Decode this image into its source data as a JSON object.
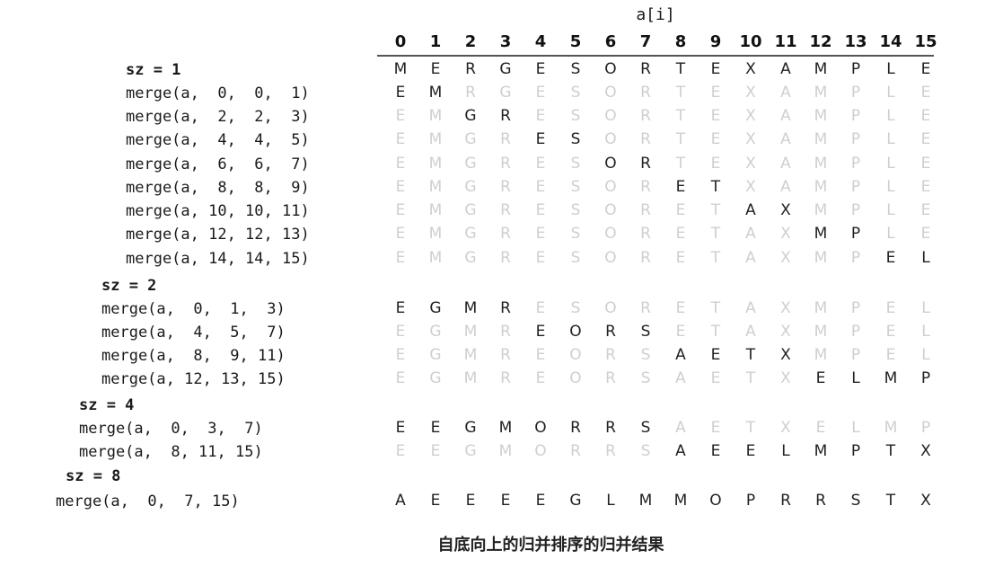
{
  "array_label": "a[i]",
  "indices": [
    "0",
    "1",
    "2",
    "3",
    "4",
    "5",
    "6",
    "7",
    "8",
    "9",
    "10",
    "11",
    "12",
    "13",
    "14",
    "15"
  ],
  "initial": [
    "M",
    "E",
    "R",
    "G",
    "E",
    "S",
    "O",
    "R",
    "T",
    "E",
    "X",
    "A",
    "M",
    "P",
    "L",
    "E"
  ],
  "caption": "自底向上的归并排序的归并结果",
  "rows": [
    {
      "label": "sz = 1",
      "kind": "sz"
    },
    {
      "label": "merge(a,  0,  0,  1)",
      "kind": "merge",
      "lo": 0,
      "hi": 1,
      "state": [
        "E",
        "M",
        "R",
        "G",
        "E",
        "S",
        "O",
        "R",
        "T",
        "E",
        "X",
        "A",
        "M",
        "P",
        "L",
        "E"
      ]
    },
    {
      "label": "merge(a,  2,  2,  3)",
      "kind": "merge",
      "lo": 2,
      "hi": 3,
      "state": [
        "E",
        "M",
        "G",
        "R",
        "E",
        "S",
        "O",
        "R",
        "T",
        "E",
        "X",
        "A",
        "M",
        "P",
        "L",
        "E"
      ]
    },
    {
      "label": "merge(a,  4,  4,  5)",
      "kind": "merge",
      "lo": 4,
      "hi": 5,
      "state": [
        "E",
        "M",
        "G",
        "R",
        "E",
        "S",
        "O",
        "R",
        "T",
        "E",
        "X",
        "A",
        "M",
        "P",
        "L",
        "E"
      ]
    },
    {
      "label": "merge(a,  6,  6,  7)",
      "kind": "merge",
      "lo": 6,
      "hi": 7,
      "state": [
        "E",
        "M",
        "G",
        "R",
        "E",
        "S",
        "O",
        "R",
        "T",
        "E",
        "X",
        "A",
        "M",
        "P",
        "L",
        "E"
      ]
    },
    {
      "label": "merge(a,  8,  8,  9)",
      "kind": "merge",
      "lo": 8,
      "hi": 9,
      "state": [
        "E",
        "M",
        "G",
        "R",
        "E",
        "S",
        "O",
        "R",
        "E",
        "T",
        "X",
        "A",
        "M",
        "P",
        "L",
        "E"
      ]
    },
    {
      "label": "merge(a, 10, 10, 11)",
      "kind": "merge",
      "lo": 10,
      "hi": 11,
      "state": [
        "E",
        "M",
        "G",
        "R",
        "E",
        "S",
        "O",
        "R",
        "E",
        "T",
        "A",
        "X",
        "M",
        "P",
        "L",
        "E"
      ]
    },
    {
      "label": "merge(a, 12, 12, 13)",
      "kind": "merge",
      "lo": 12,
      "hi": 13,
      "state": [
        "E",
        "M",
        "G",
        "R",
        "E",
        "S",
        "O",
        "R",
        "E",
        "T",
        "A",
        "X",
        "M",
        "P",
        "L",
        "E"
      ]
    },
    {
      "label": "merge(a, 14, 14, 15)",
      "kind": "merge",
      "lo": 14,
      "hi": 15,
      "state": [
        "E",
        "M",
        "G",
        "R",
        "E",
        "S",
        "O",
        "R",
        "E",
        "T",
        "A",
        "X",
        "M",
        "P",
        "E",
        "L"
      ]
    },
    {
      "label": "sz = 2",
      "kind": "sz"
    },
    {
      "label": "merge(a,  0,  1,  3)",
      "kind": "merge",
      "lo": 0,
      "hi": 3,
      "state": [
        "E",
        "G",
        "M",
        "R",
        "E",
        "S",
        "O",
        "R",
        "E",
        "T",
        "A",
        "X",
        "M",
        "P",
        "E",
        "L"
      ]
    },
    {
      "label": "merge(a,  4,  5,  7)",
      "kind": "merge",
      "lo": 4,
      "hi": 7,
      "state": [
        "E",
        "G",
        "M",
        "R",
        "E",
        "O",
        "R",
        "S",
        "E",
        "T",
        "A",
        "X",
        "M",
        "P",
        "E",
        "L"
      ]
    },
    {
      "label": "merge(a,  8,  9, 11)",
      "kind": "merge",
      "lo": 8,
      "hi": 11,
      "state": [
        "E",
        "G",
        "M",
        "R",
        "E",
        "O",
        "R",
        "S",
        "A",
        "E",
        "T",
        "X",
        "M",
        "P",
        "E",
        "L"
      ]
    },
    {
      "label": "merge(a, 12, 13, 15)",
      "kind": "merge",
      "lo": 12,
      "hi": 15,
      "state": [
        "E",
        "G",
        "M",
        "R",
        "E",
        "O",
        "R",
        "S",
        "A",
        "E",
        "T",
        "X",
        "E",
        "L",
        "M",
        "P"
      ]
    },
    {
      "label": "sz = 4",
      "kind": "sz"
    },
    {
      "label": "merge(a,  0,  3,  7)",
      "kind": "merge",
      "lo": 0,
      "hi": 7,
      "state": [
        "E",
        "E",
        "G",
        "M",
        "O",
        "R",
        "R",
        "S",
        "A",
        "E",
        "T",
        "X",
        "E",
        "L",
        "M",
        "P"
      ]
    },
    {
      "label": "merge(a,  8, 11, 15)",
      "kind": "merge",
      "lo": 8,
      "hi": 15,
      "state": [
        "E",
        "E",
        "G",
        "M",
        "O",
        "R",
        "R",
        "S",
        "A",
        "E",
        "E",
        "L",
        "M",
        "P",
        "T",
        "X"
      ]
    },
    {
      "label": "sz = 8",
      "kind": "sz"
    },
    {
      "label": "merge(a,  0,  7, 15)",
      "kind": "merge",
      "lo": 0,
      "hi": 15,
      "state": [
        "A",
        "E",
        "E",
        "E",
        "E",
        "G",
        "L",
        "M",
        "M",
        "O",
        "P",
        "R",
        "R",
        "S",
        "T",
        "X"
      ]
    }
  ]
}
